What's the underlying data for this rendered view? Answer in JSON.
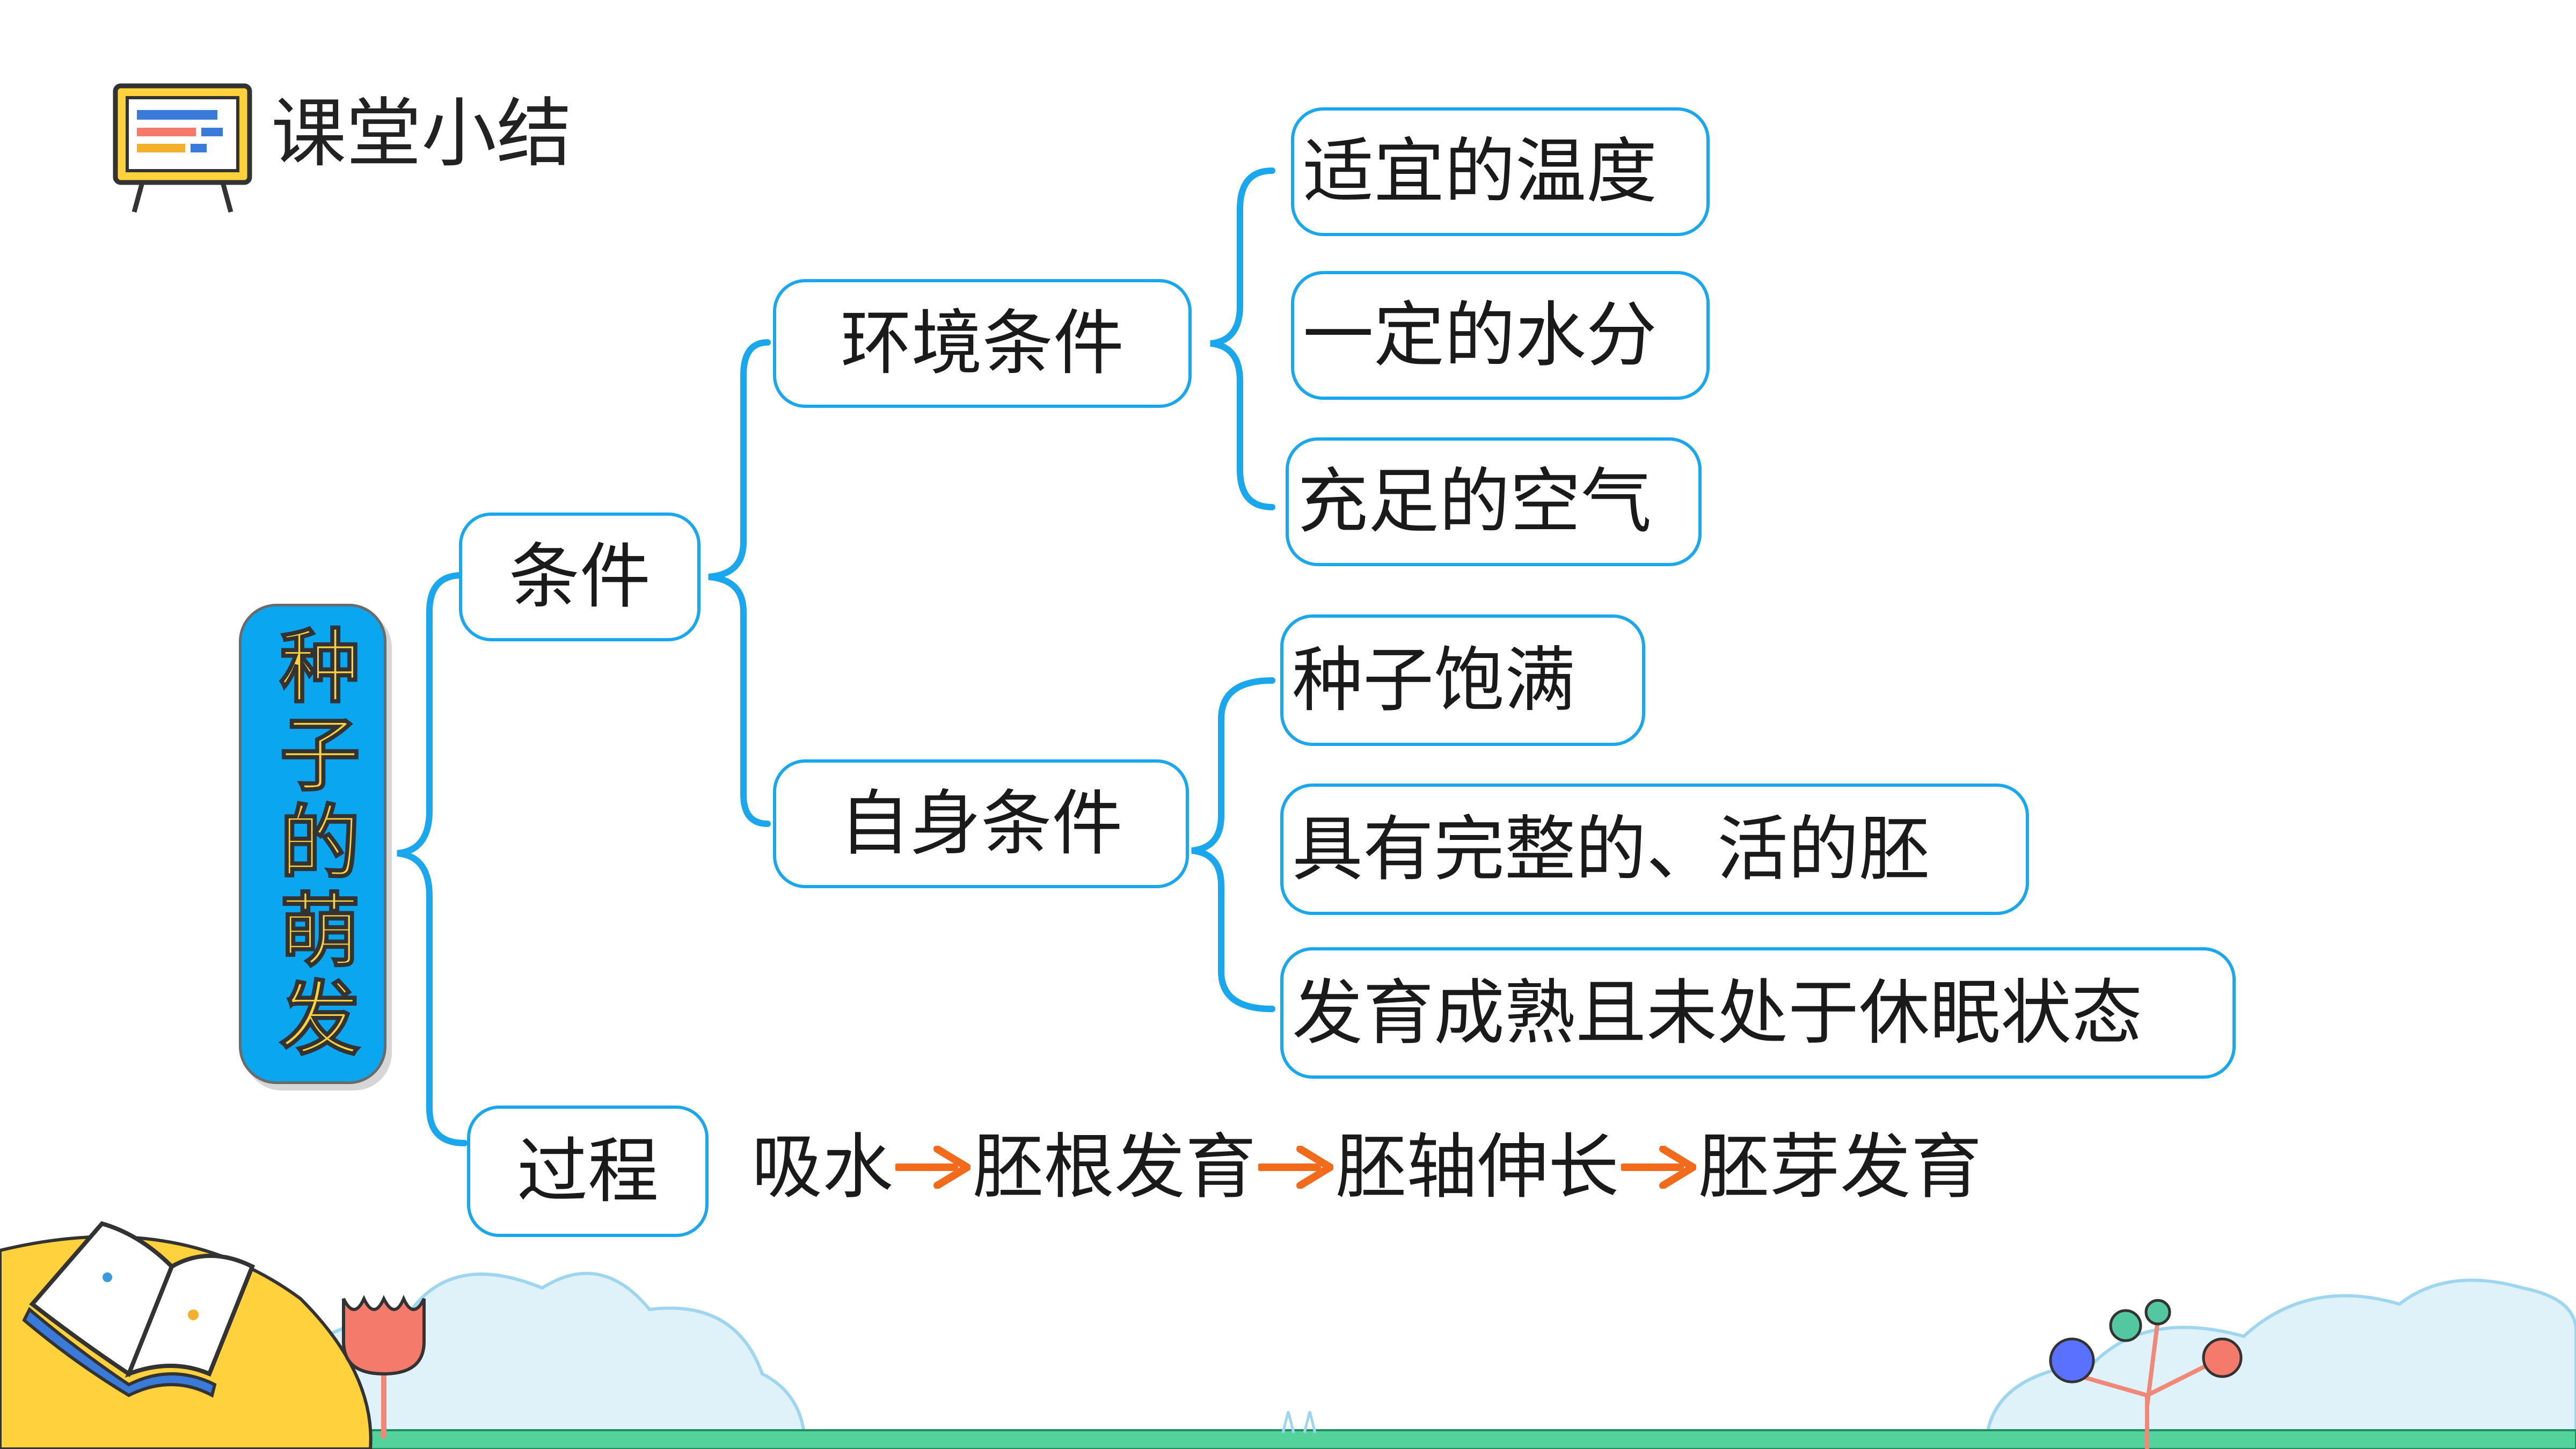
{
  "slide": {
    "title": "课堂小结"
  },
  "mindmap": {
    "root": "种子的萌发",
    "condition": {
      "label": "条件",
      "environment": {
        "label": "环境条件",
        "items": [
          "适宜的温度",
          "一定的水分",
          "充足的空气"
        ]
      },
      "self": {
        "label": "自身条件",
        "items": [
          "种子饱满",
          "具有完整的、活的胚",
          "发育成熟且未处于休眠状态"
        ]
      }
    },
    "process": {
      "label": "过程",
      "steps": [
        "吸水",
        "胚根发育",
        "胚轴伸长",
        "胚芽发育"
      ]
    }
  },
  "colors": {
    "node_border": "#1ba7ee",
    "root_fill": "#0aa7f0",
    "root_text": "#ffd23d",
    "arrow": "#f26b1d"
  },
  "icons": {
    "header": "whiteboard-icon",
    "arrows": "arrow-right-icon"
  }
}
